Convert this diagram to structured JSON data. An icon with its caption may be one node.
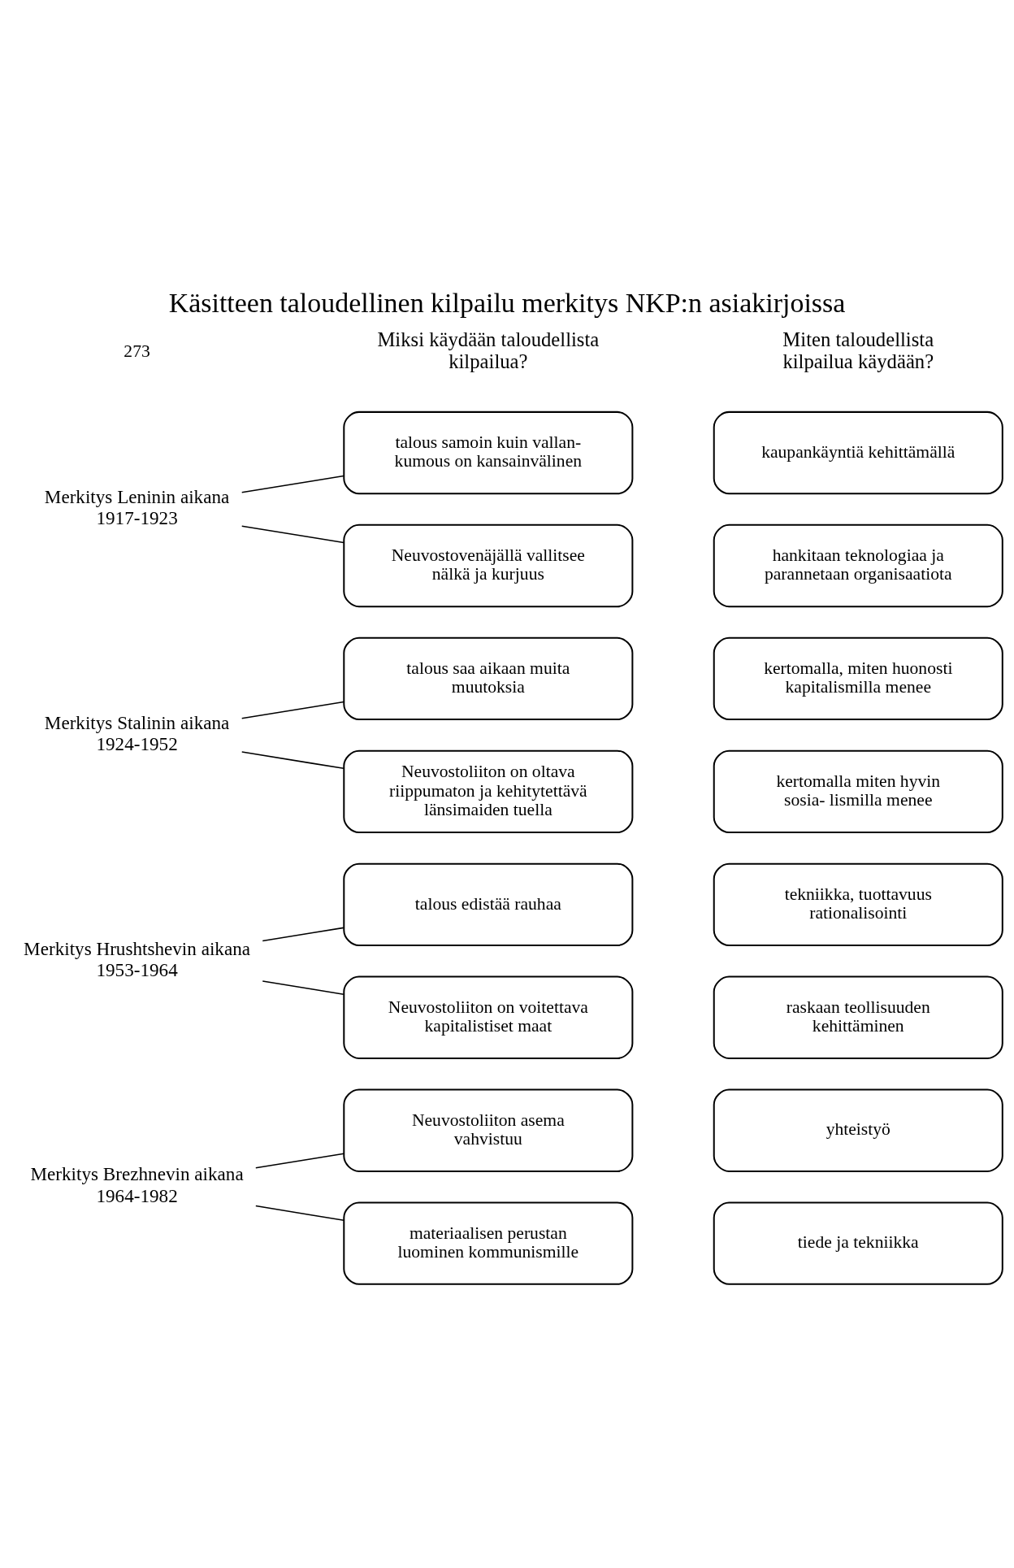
{
  "diagram": {
    "title": "Käsitteen taloudellinen kilpailu merkitys NKP:n asiakirjoissa",
    "nodes": [
      {
        "text": [
          "Merkitys Leninin aikana 1917-1923"
        ]
      },
      {
        "text": [
          "Neuvostovenäjällä vallitsee nälkä ja kurjuus"
        ]
      },
      {
        "text": [
          "kaupankäyntiä kehittämällä"
        ]
      },
      {
        "text": [
          "talous samoin kuin vallan- kumous on kansainvälinen"
        ]
      },
      {
        "text": [
          "hankitaan teknologiaa ja parannetaan organisaatiota"
        ]
      },
      {
        "text": [
          "Merkitys Stalinin aikana 1924-1952"
        ]
      },
      {
        "text": [
          "Neuvostoliiton on oltava riippumaton ja kehitytettävä länsimaiden tuella"
        ]
      },
      {
        "text": [
          "kertomalla, miten huonosti kapitalismilla menee"
        ]
      },
      {
        "text": [
          "talous saa aikaan muita muutoksia"
        ]
      },
      {
        "text": [
          "kertomalla miten hyvin sosia- lismilla menee"
        ]
      },
      {
        "text": [
          "Merkitys Hrushtshevin aikana 1953-1964"
        ]
      },
      {
        "text": [
          "Neuvostoliiton on voitettava kapitalistiset maat"
        ]
      },
      {
        "text": [
          "tekniikka, tuottavuus rationalisointi"
        ]
      },
      {
        "text": [
          "talous edistää rauhaa"
        ]
      },
      {
        "text": [
          "raskaan teollisuuden kehittäminen"
        ]
      },
      {
        "text": [
          "Merkitys Brezhnevin aikana 1964-1982"
        ]
      },
      {
        "text": [
          "materiaalisen perustan luominen kommunismille"
        ]
      },
      {
        "text": [
          "yhteistyö"
        ]
      },
      {
        "text": [
          "Neuvostoliiton asema vahvistuu"
        ]
      },
      {
        "text": [
          "tiede ja tekniikka"
        ]
      }
    ],
    "edges": [
      {
        "from": 0,
        "to": 1,
        "arrow": "none"
      },
      {
        "from": 0,
        "to": 3,
        "arrow": "none"
      },
      {
        "from": 5,
        "to": 6,
        "arrow": "none"
      },
      {
        "from": 5,
        "to": 8,
        "arrow": "none"
      },
      {
        "from": 10,
        "to": 11,
        "arrow": "none"
      },
      {
        "from": 10,
        "to": 13,
        "arrow": "none"
      },
      {
        "from": 15,
        "to": 16,
        "arrow": "none"
      },
      {
        "from": 15,
        "to": 18,
        "arrow": "none"
      }
    ],
    "labels": [
      "273",
      "Miksi käydään taloudellista kilpailua?",
      "Miten taloudellista kilpailua käydään?"
    ]
  }
}
